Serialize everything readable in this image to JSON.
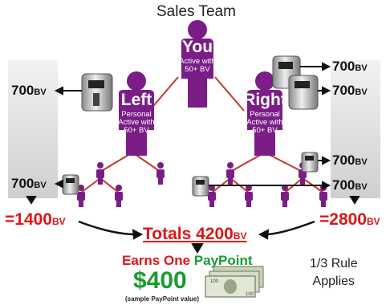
{
  "title": "Sales Team",
  "you": {
    "label": "You",
    "desc": "Active with 50+ BV"
  },
  "left": {
    "label": "Left",
    "desc": "Personal Active with 50+ BV"
  },
  "right": {
    "label": "Right",
    "desc": "Personal Active with 50+ BV"
  },
  "bv_tags": {
    "left_upper": "700",
    "left_lower": "700",
    "right_top": "700",
    "right_second": "700",
    "right_third": "700",
    "right_lower": "700",
    "unit": "BV"
  },
  "left_total": {
    "prefix": "=1400",
    "unit": "BV"
  },
  "right_total": {
    "prefix": "=2800",
    "unit": "BV"
  },
  "grand_total": {
    "prefix": "Totals 4200",
    "unit": "BV"
  },
  "earns": {
    "text": "Earns One",
    "paypoint_pay": "Pay",
    "paypoint_po": "Po",
    "paypoint_int": "int"
  },
  "amount": "$400",
  "amount_note": "(sample PayPoint value)",
  "rule": {
    "line1": "1/3 Rule",
    "line2": "Applies"
  },
  "colors": {
    "person": "#7b1d86",
    "connector": "#c0392b",
    "red_text": "#e01515",
    "green_text": "#1a9b32",
    "gray_panel": "#d6d6d6"
  },
  "icons": [
    "person-icon",
    "water-ionizer-icon",
    "dollar-bills-icon",
    "arrow-icon"
  ]
}
